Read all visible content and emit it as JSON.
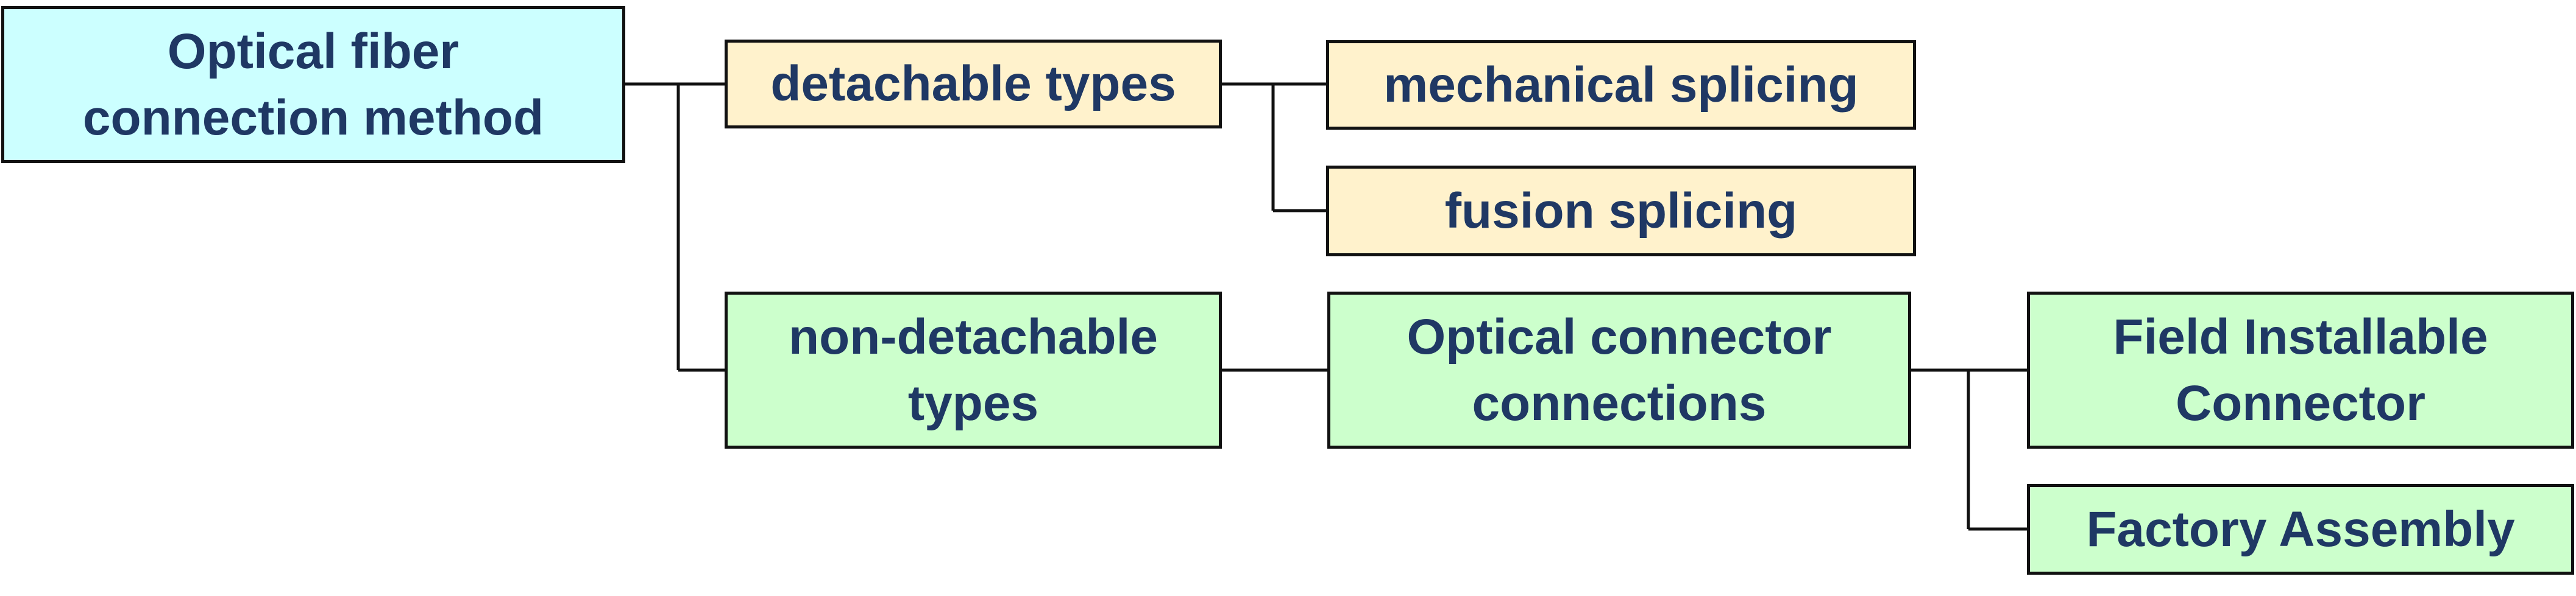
{
  "diagram": {
    "root": {
      "label": "Optical fiber\nconnection method"
    },
    "detachable_types": {
      "label": "detachable types"
    },
    "mechanical_splicing": {
      "label": "mechanical splicing"
    },
    "fusion_splicing": {
      "label": "fusion splicing"
    },
    "non_detachable_types": {
      "label": "non-detachable\ntypes"
    },
    "optical_connector_connections": {
      "label": "Optical connector\nconnections"
    },
    "field_installable_connector": {
      "label": "Field Installable\nConnector"
    },
    "factory_assembly": {
      "label": "Factory Assembly"
    }
  },
  "colors": {
    "root_fill": "#ccffff",
    "detachable_fill": "#fff2cc",
    "non_detachable_fill": "#ccffcc",
    "text": "#1f3864",
    "border": "#111111",
    "connector": "#111111"
  }
}
